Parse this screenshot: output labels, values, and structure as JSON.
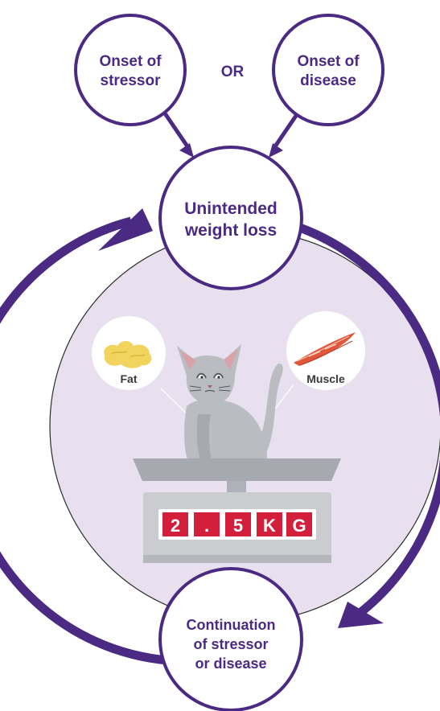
{
  "nodes": {
    "stressor": {
      "line1": "Onset of",
      "line2": "stressor"
    },
    "or_label": "OR",
    "disease": {
      "line1": "Onset of",
      "line2": "disease"
    },
    "weight_loss": {
      "line1": "Unintended",
      "line2": "weight loss"
    },
    "continuation": {
      "line1": "Continuation",
      "line2": "of stressor",
      "line3": "or disease"
    }
  },
  "illustration": {
    "fat_label": "Fat",
    "muscle_label": "Muscle",
    "scale_display": [
      "2",
      ".",
      "5",
      "K",
      "G"
    ]
  },
  "colors": {
    "purple": "#4b2a83",
    "lavender": "#e8e0ee",
    "scale_red": "#d31f3c",
    "cat_gray": "#b9bcc0"
  }
}
